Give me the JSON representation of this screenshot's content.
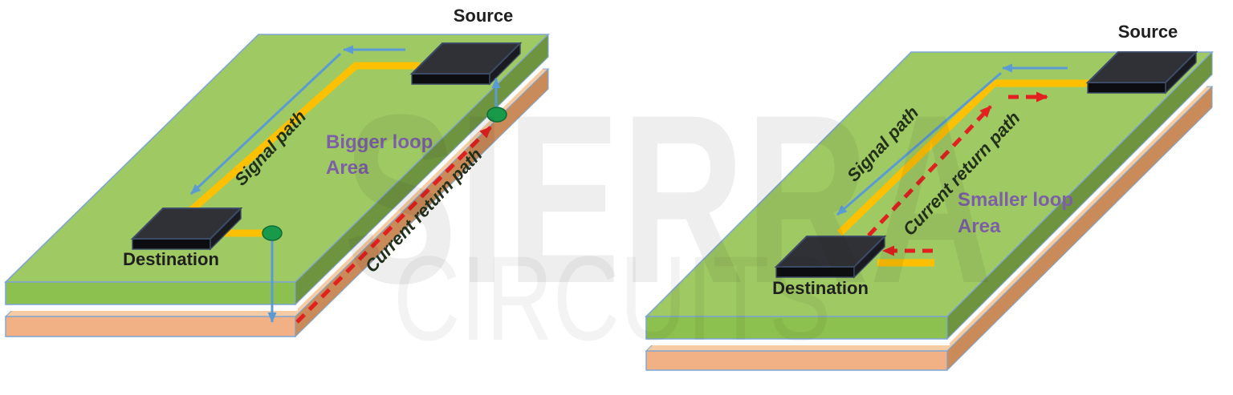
{
  "watermark": {
    "line1": "SIERRA",
    "line2": "CIRCUITS"
  },
  "left": {
    "source_label": "Source",
    "destination_label": "Destination",
    "signal_path_label": "Signal path",
    "return_path_label": "Current return path",
    "loop_line1": "Bigger loop",
    "loop_line2": "Area"
  },
  "right": {
    "source_label": "Source",
    "destination_label": "Destination",
    "signal_path_label": "Signal path",
    "return_path_label": "Current return path",
    "loop_line1": "Smaller loop",
    "loop_line2": "Area"
  },
  "colors": {
    "board_top": "#9fc963",
    "board_front": "#8cc04f",
    "board_side": "#6f9440",
    "copper_top": "#f5cba4",
    "copper_front": "#f2b184",
    "copper_side": "#c98b59",
    "edge_stroke": "#7ea6d2",
    "trace": "#ffc000",
    "signal_arrow": "#5b9bd5",
    "return_path": "#e32020",
    "via": "#189a4a",
    "via_stroke": "#0e6d36",
    "chip_top": "#303136",
    "chip_front": "#0c0d10",
    "chip_side": "#1a1b20",
    "chip_stroke": "#3d4c66",
    "label_text": "#1f1f1f",
    "path_text": "#22301a",
    "loop_text": "#7c5fa6",
    "watermark": "#1a1a1a"
  }
}
